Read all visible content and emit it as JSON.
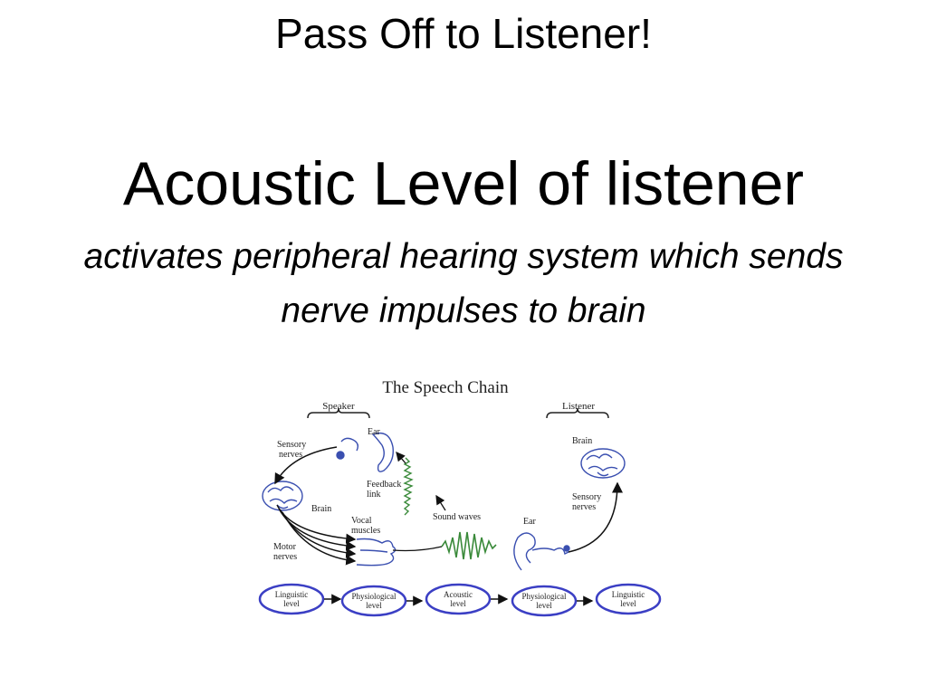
{
  "slide": {
    "title": "Pass Off to Listener!",
    "heading": "Acoustic Level of listener",
    "subtitle": "activates peripheral hearing system which sends nerve impulses to brain"
  },
  "diagram": {
    "title": "The Speech Chain",
    "speaker_label": "Speaker",
    "listener_label": "Listener",
    "labels": {
      "sensory_nerves_l1": "Sensory",
      "sensory_nerves_l2": "nerves",
      "ear": "Ear",
      "feedback_l1": "Feedback",
      "feedback_l2": "link",
      "brain": "Brain",
      "vocal_l1": "Vocal",
      "vocal_l2": "muscles",
      "motor_l1": "Motor",
      "motor_l2": "nerves",
      "sound_waves": "Sound waves",
      "listener_ear": "Ear",
      "listener_brain": "Brain",
      "listener_sensory_l1": "Sensory",
      "listener_sensory_l2": "nerves"
    },
    "levels": [
      {
        "line1": "Linguistic",
        "line2": "level"
      },
      {
        "line1": "Physiological",
        "line2": "level"
      },
      {
        "line1": "Acoustic",
        "line2": "level"
      },
      {
        "line1": "Physiological",
        "line2": "level"
      },
      {
        "line1": "Linguistic",
        "line2": "level"
      }
    ],
    "colors": {
      "brain": "#3a4fb0",
      "wave": "#3a8a3a",
      "ellipse_stroke": "#3b3fc4",
      "arrow": "#111111"
    }
  }
}
